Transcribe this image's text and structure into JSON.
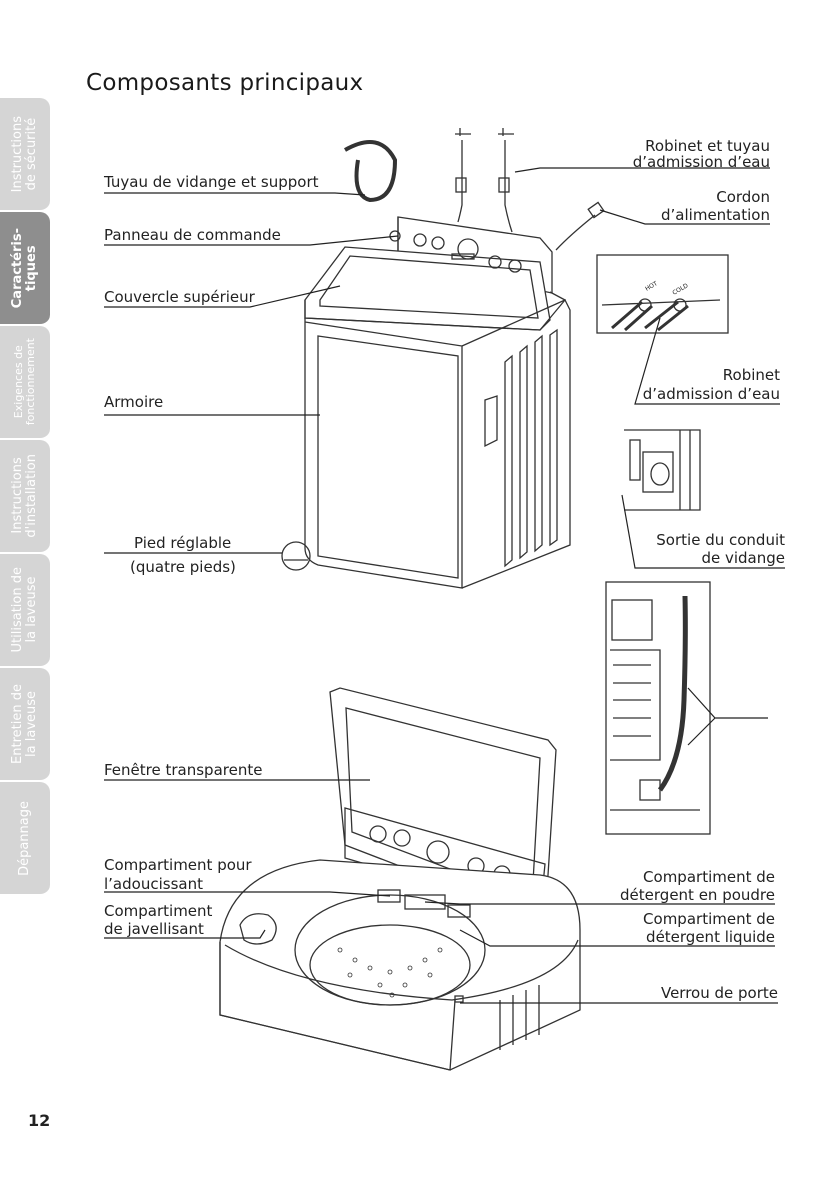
{
  "page": {
    "title": "Composants principaux",
    "page_number": "12"
  },
  "tabs": [
    {
      "label": "Instructions\nde sécurité",
      "active": false
    },
    {
      "label": "Caractéris-\ntiques",
      "active": true
    },
    {
      "label": "Exigences de\nfonctionnement",
      "active": false
    },
    {
      "label": "Instructions\nd'installation",
      "active": false
    },
    {
      "label": "Utilisation de\nla laveuse",
      "active": false
    },
    {
      "label": "Entretien de\nla laveuse",
      "active": false
    },
    {
      "label": "Dépannage",
      "active": false
    }
  ],
  "labels": {
    "drain_hose": "Tuyau de vidange et support",
    "control_panel": "Panneau de commande",
    "top_lid": "Couvercle supérieur",
    "cabinet": "Armoire",
    "leveling_foot_1": "Pied réglable",
    "leveling_foot_2": "(quatre pieds)",
    "faucet_hose_1": "Robinet et tuyau",
    "faucet_hose_2": "d’admission d’eau",
    "power_cord_1": "Cordon",
    "power_cord_2": "d’alimentation",
    "water_inlet_1": "Robinet",
    "water_inlet_2": "d’admission d’eau",
    "drain_outlet_1": "Sortie du conduit",
    "drain_outlet_2": "de vidange",
    "transparent_window": "Fenêtre transparente",
    "softener_1": "Compartiment pour",
    "softener_2": "l’adoucissant",
    "bleach_1": "Compartiment",
    "bleach_2": "de javellisant",
    "powder_1": "Compartiment de",
    "powder_2": "détergent en poudre",
    "liquid_1": "Compartiment de",
    "liquid_2": "détergent liquide",
    "door_lock": "Verrou de porte",
    "inlet_hot": "HOT",
    "inlet_cold": "COLD"
  },
  "colors": {
    "tab_inactive": "#d5d5d5",
    "tab_active": "#8e8e8e",
    "line": "#222222"
  }
}
